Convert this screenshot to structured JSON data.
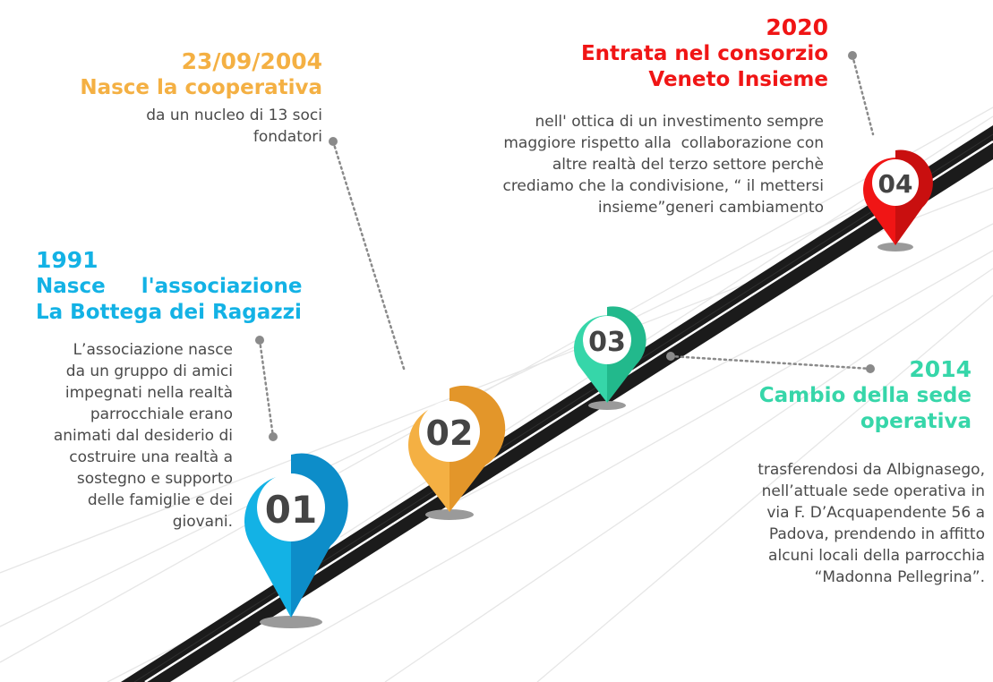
{
  "colors": {
    "blue": "#13b2e5",
    "blue_dark": "#0d8dc9",
    "orange": "#f4b043",
    "orange_dark": "#e3962a",
    "teal": "#36d6a9",
    "teal_dark": "#22b98c",
    "red": "#f01515",
    "red_dark": "#c90f0f",
    "road": "#1a1a1a",
    "dots": "#8a8a8a",
    "body_text": "#4a4a4a"
  },
  "milestones": [
    {
      "number": "01",
      "year": "1991",
      "heading_lines": [
        "Nasce     l'associazione",
        "La Bottega dei Ragazzi"
      ],
      "description_lines": [
        "L’associazione nasce",
        "da un gruppo di amici",
        "impegnati nella realtà",
        "parrocchiale erano",
        "animati dal desiderio di",
        "costruire una realtà a",
        "sostegno e supporto",
        "delle famiglie e dei",
        "giovani."
      ],
      "color_key": "blue",
      "icon": "map-pin-icon"
    },
    {
      "number": "02",
      "year": "23/09/2004",
      "heading_lines": [
        "Nasce la cooperativa"
      ],
      "description_lines": [
        "da un nucleo di 13 soci",
        "fondatori"
      ],
      "color_key": "orange",
      "icon": "map-pin-icon"
    },
    {
      "number": "03",
      "year": "2014",
      "heading_lines": [
        "Cambio della sede",
        "operativa"
      ],
      "description_lines": [
        "trasferendosi da Albignasego,",
        "nell’attuale sede operativa in",
        "via F. D’Acquapendente 56 a",
        "Padova, prendendo in affitto",
        "alcuni locali della parrocchia",
        "“Madonna Pellegrina”."
      ],
      "color_key": "teal",
      "icon": "map-pin-icon"
    },
    {
      "number": "04",
      "year": "2020",
      "heading_lines": [
        "Entrata nel consorzio",
        "Veneto Insieme"
      ],
      "description_lines": [
        "nell' ottica di un investimento sempre",
        "maggiore rispetto alla  collaborazione con",
        "altre realtà del terzo settore perchè",
        "crediamo che la condivisione, “ il mettersi",
        "insieme”generi cambiamento"
      ],
      "color_key": "red",
      "icon": "map-pin-icon"
    }
  ]
}
